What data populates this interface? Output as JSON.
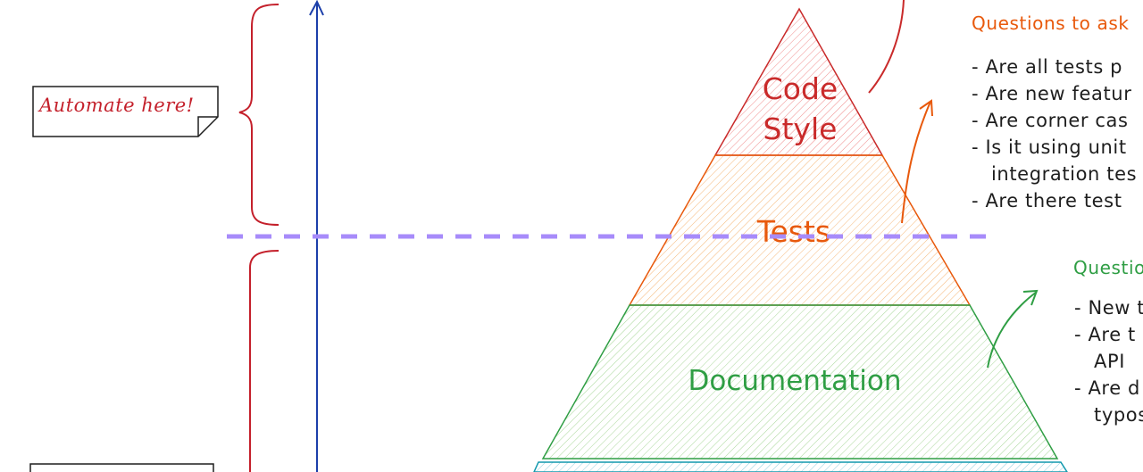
{
  "note": {
    "label": "Automate here!"
  },
  "pyramid": {
    "layers": [
      {
        "label_lines": [
          "Code",
          "Style"
        ],
        "color": "#c92a2a"
      },
      {
        "label_lines": [
          "Tests"
        ],
        "color": "#e8590c"
      },
      {
        "label_lines": [
          "Documentation"
        ],
        "color": "#2f9e44"
      }
    ]
  },
  "questions_tests": {
    "title": "Questions to ask",
    "color": "#e8590c",
    "items": [
      "- Are all tests p",
      "- Are new featur",
      "- Are corner cas",
      "- Is it using unit",
      "  integration tes",
      "- Are there test"
    ]
  },
  "questions_docs": {
    "title": "Questio",
    "color": "#2f9e44",
    "items": [
      "- New t",
      "- Are t",
      "  API",
      "- Are d",
      "  typos"
    ]
  },
  "colors": {
    "axis": "#1c3faa",
    "brace": "#c4202b",
    "divider": "#a78bfa"
  }
}
